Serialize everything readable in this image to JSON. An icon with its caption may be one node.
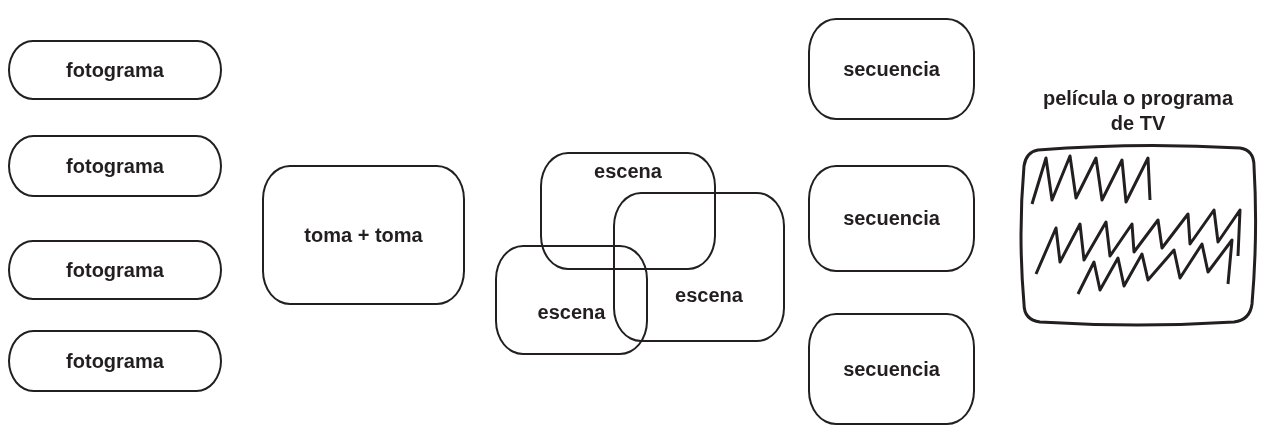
{
  "diagram": {
    "nodes": [
      {
        "text": [
          "fotograma"
        ]
      },
      {
        "text": [
          "fotograma"
        ]
      },
      {
        "text": [
          "fotograma"
        ]
      },
      {
        "text": [
          "fotograma"
        ]
      },
      {
        "text": [
          "toma + toma"
        ]
      },
      {
        "text": [
          "escena"
        ]
      },
      {
        "text": [
          "escena"
        ]
      },
      {
        "text": [
          "escena"
        ]
      },
      {
        "text": [
          "secuencia"
        ]
      },
      {
        "text": [
          "secuencia"
        ]
      },
      {
        "text": [
          "secuencia"
        ]
      },
      {
        "text": [
          "película o programa de TV"
        ]
      }
    ]
  }
}
